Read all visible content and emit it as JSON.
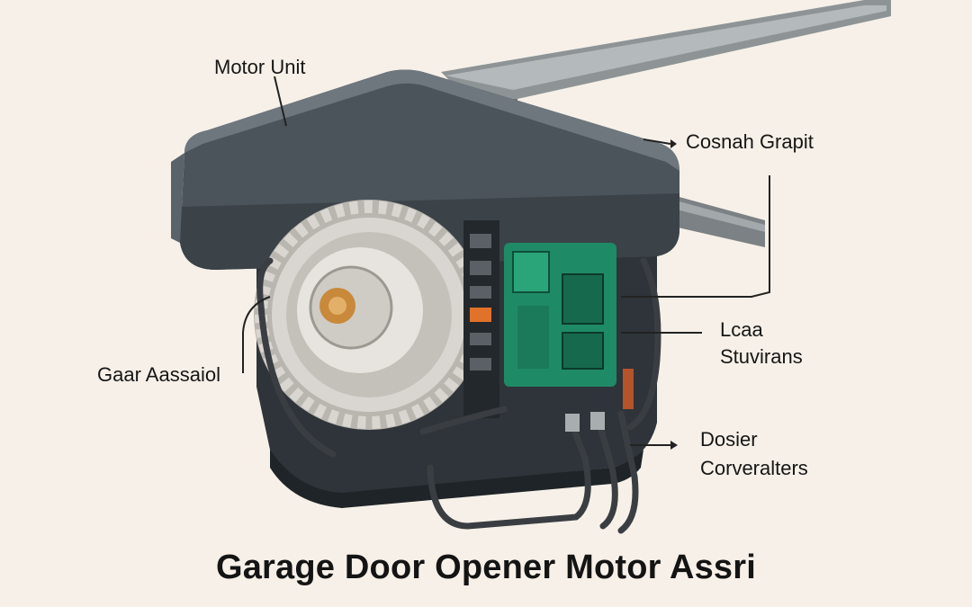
{
  "title": "Garage Door Opener Motor Assri",
  "labels": {
    "motor_unit": "Motor Unit",
    "gear_assembly": "Gaar Aassaiol",
    "circuit_top": "Cosnah Grapit",
    "lead_1": "Lcaa",
    "lead_2": "Stuvirans",
    "driver_1": "Dosier",
    "driver_2": "Corveralters"
  },
  "colors": {
    "background": "#f6f0e8",
    "housing": "#4b545b",
    "housing_dark": "#2e3439",
    "gear": "#d9d6d1",
    "hub": "#c8893a",
    "circuit_board": "#1f8a66",
    "rail": "#8e9496",
    "wire": "#3a3e42"
  }
}
